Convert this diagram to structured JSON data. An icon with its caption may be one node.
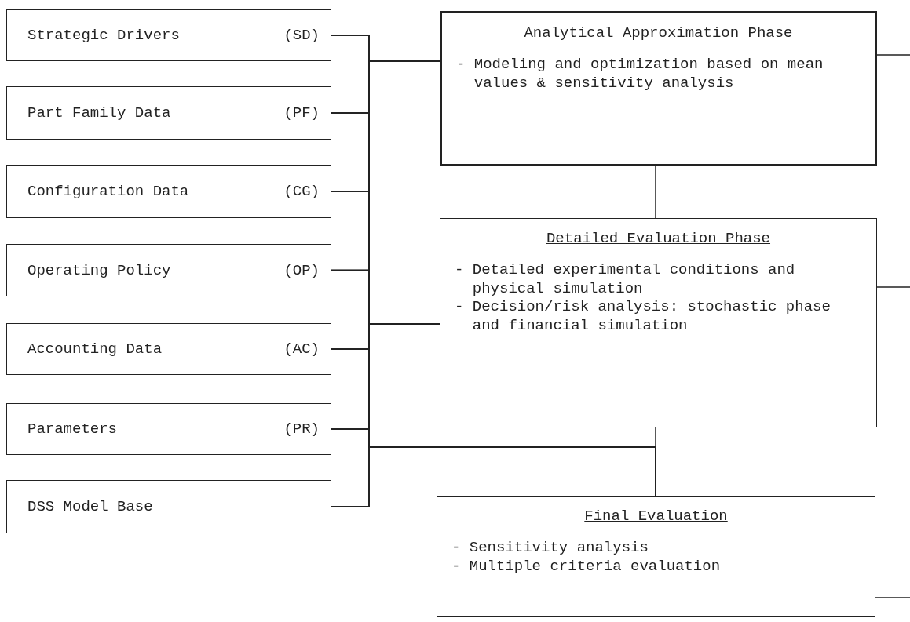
{
  "diagram": {
    "nodes": [
      {
        "text": [
          "Strategic Drivers",
          "(SD)"
        ]
      },
      {
        "text": [
          "Part Family Data",
          "(PF)"
        ]
      },
      {
        "text": [
          "Configuration Data",
          "(CG)"
        ]
      },
      {
        "text": [
          "Operating Policy",
          "(OP)"
        ]
      },
      {
        "text": [
          "Accounting Data",
          "(AC)"
        ]
      },
      {
        "text": [
          "Parameters",
          "(PR)"
        ]
      },
      {
        "text": [
          "DSS Model Base"
        ]
      },
      {
        "text": [
          "Analytical Approximation Phase",
          "- Modeling and optimization based on mean values & sensitivity analysis"
        ]
      },
      {
        "text": [
          "Detailed Evaluation Phase",
          "- Detailed experimental conditions and physical simulation",
          "- Decision/risk analysis: stochastic phase and financial simulation"
        ]
      },
      {
        "text": [
          "Final Evaluation",
          "- Sensitivity analysis",
          "- Multiple criteria evaluation"
        ]
      }
    ],
    "edges": [
      {
        "from": 0,
        "to": 7,
        "arrow": "none"
      },
      {
        "from": 1,
        "to": 7,
        "arrow": "none"
      },
      {
        "from": 2,
        "to": 7,
        "arrow": "none"
      },
      {
        "from": 3,
        "to": 7,
        "arrow": "none"
      },
      {
        "from": 4,
        "to": 7,
        "arrow": "none"
      },
      {
        "from": 5,
        "to": 7,
        "arrow": "none"
      },
      {
        "from": 6,
        "to": 7,
        "arrow": "none"
      },
      {
        "from": 0,
        "to": 8,
        "arrow": "none"
      },
      {
        "from": 1,
        "to": 8,
        "arrow": "none"
      },
      {
        "from": 2,
        "to": 8,
        "arrow": "none"
      },
      {
        "from": 3,
        "to": 8,
        "arrow": "none"
      },
      {
        "from": 4,
        "to": 8,
        "arrow": "none"
      },
      {
        "from": 5,
        "to": 8,
        "arrow": "none"
      },
      {
        "from": 6,
        "to": 8,
        "arrow": "none"
      },
      {
        "from": 0,
        "to": 9,
        "arrow": "none"
      },
      {
        "from": 1,
        "to": 9,
        "arrow": "none"
      },
      {
        "from": 2,
        "to": 9,
        "arrow": "none"
      },
      {
        "from": 3,
        "to": 9,
        "arrow": "none"
      },
      {
        "from": 4,
        "to": 9,
        "arrow": "none"
      },
      {
        "from": 5,
        "to": 9,
        "arrow": "none"
      },
      {
        "from": 6,
        "to": 9,
        "arrow": "none"
      },
      {
        "from": 7,
        "to": 8,
        "arrow": "none"
      },
      {
        "from": 8,
        "to": 9,
        "arrow": "none"
      },
      {
        "from": 7,
        "to": null,
        "arrow": "none"
      },
      {
        "from": 8,
        "to": null,
        "arrow": "none"
      },
      {
        "from": 9,
        "to": null,
        "arrow": "none"
      }
    ]
  }
}
